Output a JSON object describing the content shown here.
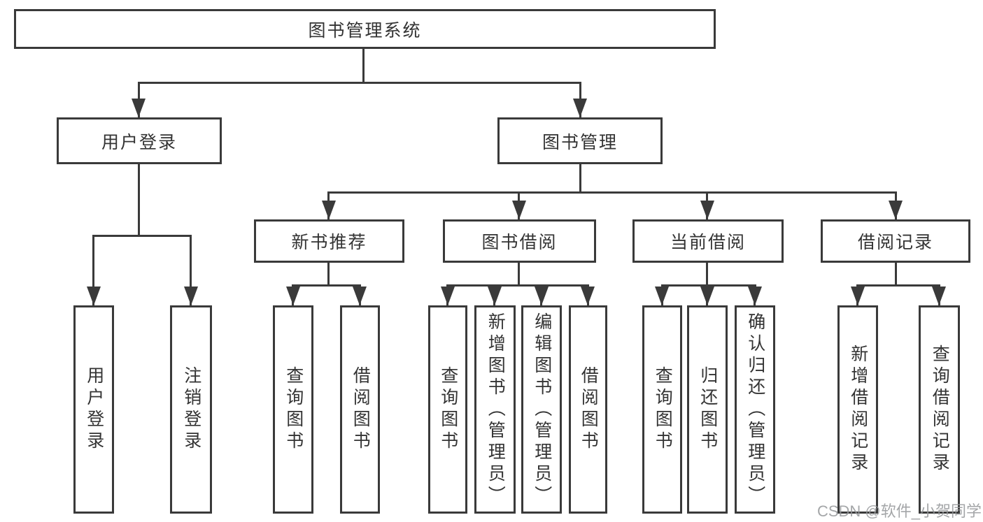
{
  "diagram": {
    "title_node": "functional structure tree",
    "root": {
      "label": "图书管理系统"
    },
    "branches": {
      "user_login": {
        "label": "用户登录",
        "children": [
          "用户登录",
          "注销登录"
        ]
      },
      "book_management": {
        "label": "图书管理"
      }
    },
    "modules": [
      {
        "label": "新书推荐",
        "children": [
          "查询图书",
          "借阅图书"
        ]
      },
      {
        "label": "图书借阅",
        "children": [
          "查询图书",
          "新增图书（管理员）",
          "编辑图书（管理员）",
          "借阅图书"
        ]
      },
      {
        "label": "当前借阅",
        "children": [
          "查询图书",
          "归还图书",
          "确认归还（管理员）"
        ]
      },
      {
        "label": "借阅记录",
        "children": [
          "新增借阅记录",
          "查询借阅记录"
        ]
      }
    ],
    "colors": {
      "line": "#3a3a3a",
      "border": "#3a3a3a",
      "text": "#333333",
      "background": "#ffffff"
    }
  },
  "watermark": {
    "text": "CSDN @软件_小贺同学",
    "color": "#949699"
  }
}
